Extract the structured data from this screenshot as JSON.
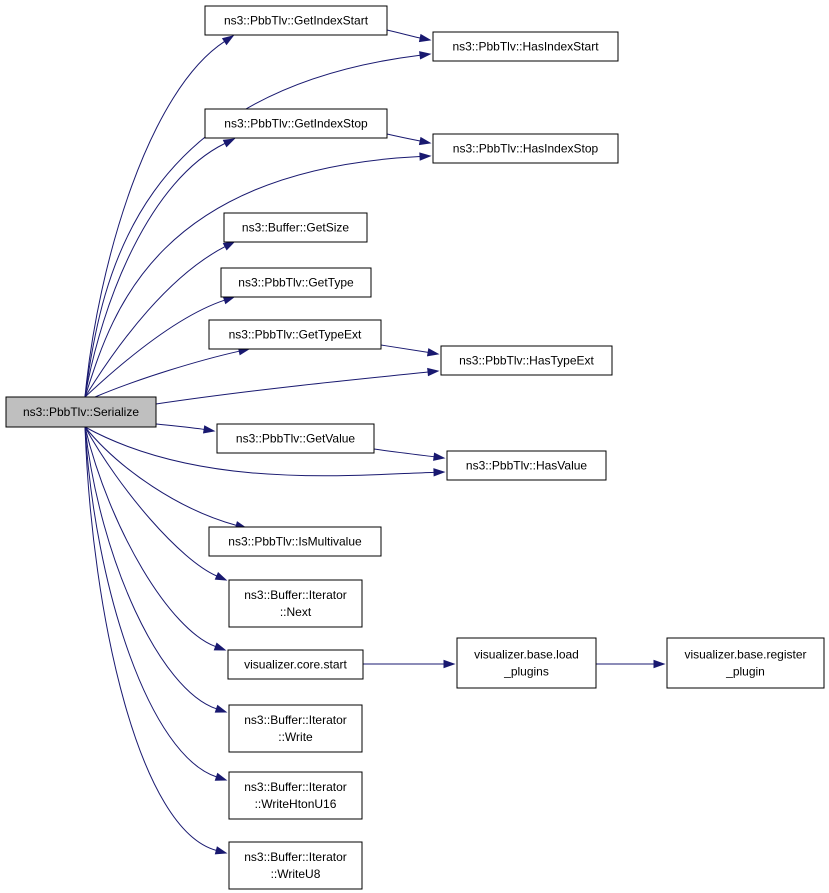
{
  "colors": {
    "edge": "#191970",
    "node_border": "#000000",
    "node_fill": "#ffffff",
    "root_fill": "#bfbfbf"
  },
  "nodes": [
    {
      "id": "serialize",
      "lines": [
        "ns3::PbbTlv::Serialize"
      ],
      "root": true
    },
    {
      "id": "getIndexStart",
      "lines": [
        "ns3::PbbTlv::GetIndexStart"
      ]
    },
    {
      "id": "hasIndexStart",
      "lines": [
        "ns3::PbbTlv::HasIndexStart"
      ]
    },
    {
      "id": "getIndexStop",
      "lines": [
        "ns3::PbbTlv::GetIndexStop"
      ]
    },
    {
      "id": "hasIndexStop",
      "lines": [
        "ns3::PbbTlv::HasIndexStop"
      ]
    },
    {
      "id": "bufGetSize",
      "lines": [
        "ns3::Buffer::GetSize"
      ]
    },
    {
      "id": "getType",
      "lines": [
        "ns3::PbbTlv::GetType"
      ]
    },
    {
      "id": "getTypeExt",
      "lines": [
        "ns3::PbbTlv::GetTypeExt"
      ]
    },
    {
      "id": "hasTypeExt",
      "lines": [
        "ns3::PbbTlv::HasTypeExt"
      ]
    },
    {
      "id": "getValue",
      "lines": [
        "ns3::PbbTlv::GetValue"
      ]
    },
    {
      "id": "hasValue",
      "lines": [
        "ns3::PbbTlv::HasValue"
      ]
    },
    {
      "id": "isMultivalue",
      "lines": [
        "ns3::PbbTlv::IsMultivalue"
      ]
    },
    {
      "id": "iterNext",
      "lines": [
        "ns3::Buffer::Iterator",
        "::Next"
      ]
    },
    {
      "id": "vizStart",
      "lines": [
        "visualizer.core.start"
      ]
    },
    {
      "id": "loadPlugins",
      "lines": [
        "visualizer.base.load",
        "_plugins"
      ]
    },
    {
      "id": "registerPlugin",
      "lines": [
        "visualizer.base.register",
        "_plugin"
      ]
    },
    {
      "id": "iterWrite",
      "lines": [
        "ns3::Buffer::Iterator",
        "::Write"
      ]
    },
    {
      "id": "iterWriteHtonU16",
      "lines": [
        "ns3::Buffer::Iterator",
        "::WriteHtonU16"
      ]
    },
    {
      "id": "iterWriteU8",
      "lines": [
        "ns3::Buffer::Iterator",
        "::WriteU8"
      ]
    }
  ],
  "edges": [
    {
      "from": "serialize",
      "to": "getIndexStart"
    },
    {
      "from": "serialize",
      "to": "hasIndexStart"
    },
    {
      "from": "serialize",
      "to": "getIndexStop"
    },
    {
      "from": "serialize",
      "to": "hasIndexStop"
    },
    {
      "from": "serialize",
      "to": "bufGetSize"
    },
    {
      "from": "serialize",
      "to": "getType"
    },
    {
      "from": "serialize",
      "to": "getTypeExt"
    },
    {
      "from": "serialize",
      "to": "hasTypeExt"
    },
    {
      "from": "serialize",
      "to": "getValue"
    },
    {
      "from": "serialize",
      "to": "hasValue"
    },
    {
      "from": "serialize",
      "to": "isMultivalue"
    },
    {
      "from": "serialize",
      "to": "iterNext"
    },
    {
      "from": "serialize",
      "to": "vizStart"
    },
    {
      "from": "serialize",
      "to": "iterWrite"
    },
    {
      "from": "serialize",
      "to": "iterWriteHtonU16"
    },
    {
      "from": "serialize",
      "to": "iterWriteU8"
    },
    {
      "from": "getIndexStart",
      "to": "hasIndexStart"
    },
    {
      "from": "getIndexStop",
      "to": "hasIndexStop"
    },
    {
      "from": "getTypeExt",
      "to": "hasTypeExt"
    },
    {
      "from": "getValue",
      "to": "hasValue"
    },
    {
      "from": "vizStart",
      "to": "loadPlugins"
    },
    {
      "from": "loadPlugins",
      "to": "registerPlugin"
    }
  ]
}
